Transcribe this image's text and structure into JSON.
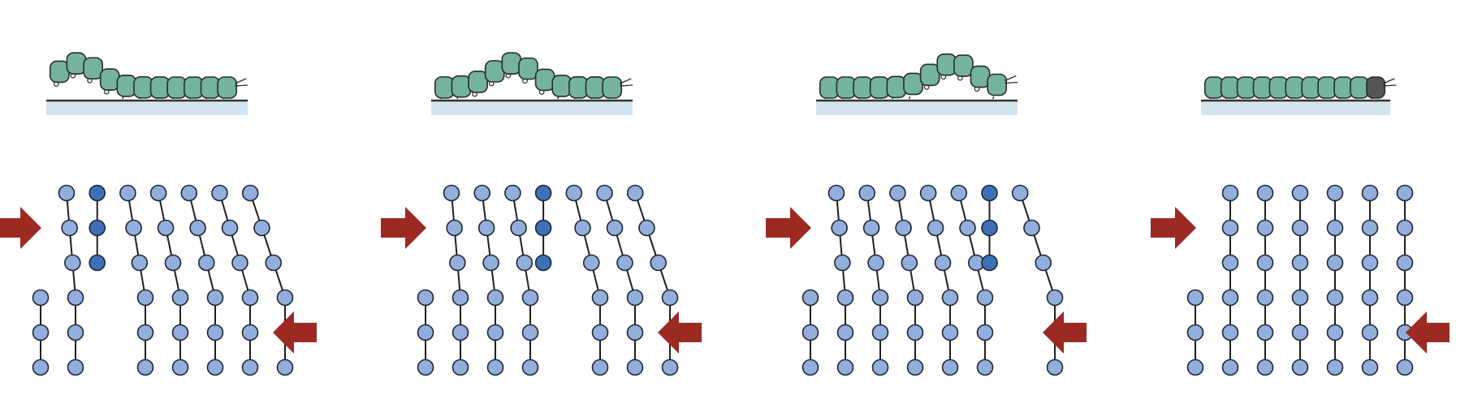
{
  "colors": {
    "background": "#ffffff",
    "caterpillar_fill": "#74b39c",
    "caterpillar_stroke": "#2b2b2b",
    "caterpillar_head_shadow": "#555555",
    "ground": "#d4e4ee",
    "ground_line": "#333333",
    "atom": "#92aedc",
    "atom_highlight": "#3c71b8",
    "atom_stroke": "#1f2533",
    "bond": "#1f1f1f",
    "arrow": "#9c2a22"
  },
  "icons": {
    "push_arrow": "arrow-right-icon",
    "resist_arrow": "arrow-left-icon",
    "caterpillar": "caterpillar-icon"
  },
  "panels": [
    {
      "name": "stage-1",
      "caterpillar_hump": 0.15,
      "dislocation_column": 1
    },
    {
      "name": "stage-2",
      "caterpillar_hump": 0.42,
      "dislocation_column": 3
    },
    {
      "name": "stage-3",
      "caterpillar_hump": 0.72,
      "dislocation_column": 5
    },
    {
      "name": "stage-4",
      "caterpillar_hump": null,
      "dislocation_column": null
    }
  ]
}
